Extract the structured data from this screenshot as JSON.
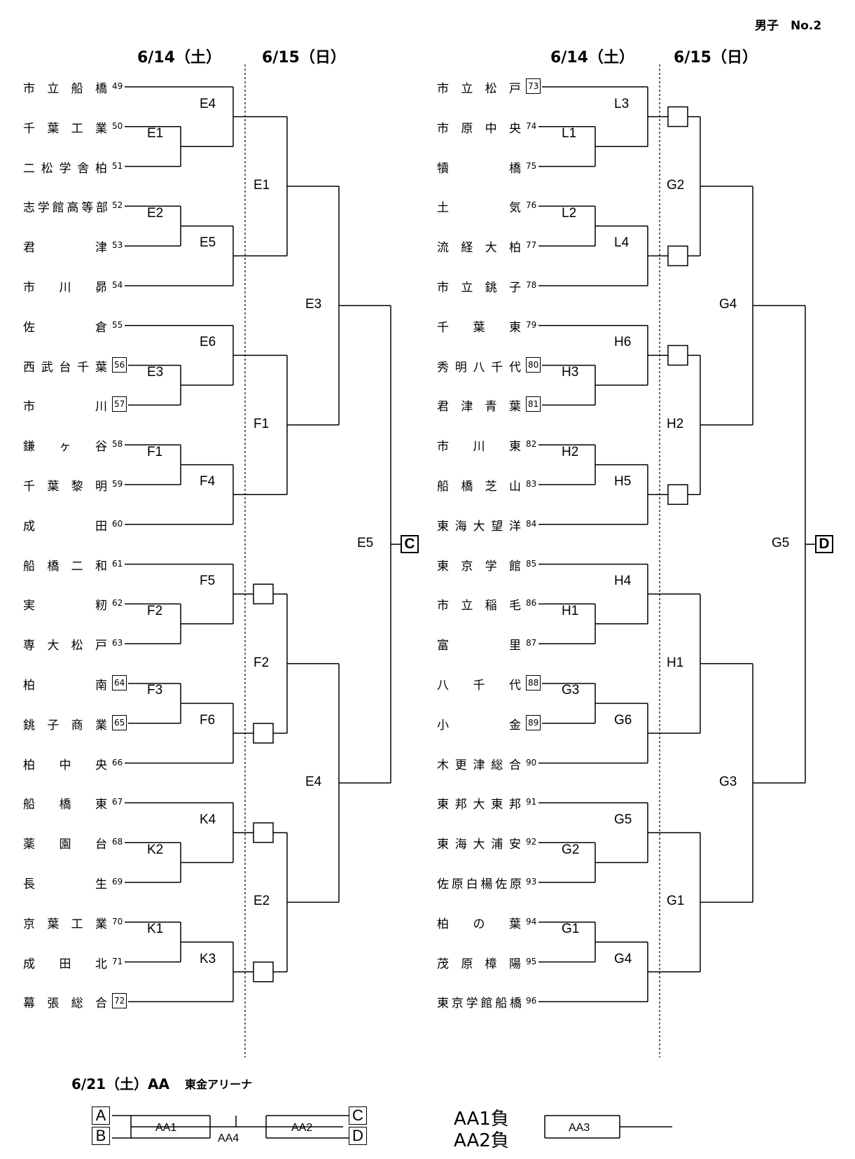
{
  "page_label": "男子　No.2",
  "dates": {
    "left_day1": "6/14（土）",
    "left_day2": "6/15（日）",
    "right_day1": "6/14（土）",
    "right_day2": "6/15（日）"
  },
  "left_teams": [
    {
      "name": "市立船橋",
      "num": "49",
      "boxed": false
    },
    {
      "name": "千葉工業",
      "num": "50",
      "boxed": false
    },
    {
      "name": "二松学舎柏",
      "num": "51",
      "boxed": false
    },
    {
      "name": "志学館高等部",
      "num": "52",
      "boxed": false
    },
    {
      "name": "君津",
      "num": "53",
      "boxed": false
    },
    {
      "name": "市川昴",
      "num": "54",
      "boxed": false
    },
    {
      "name": "佐倉",
      "num": "55",
      "boxed": false
    },
    {
      "name": "西武台千葉",
      "num": "56",
      "boxed": true
    },
    {
      "name": "市川",
      "num": "57",
      "boxed": true
    },
    {
      "name": "鎌ヶ谷",
      "num": "58",
      "boxed": false
    },
    {
      "name": "千葉黎明",
      "num": "59",
      "boxed": false
    },
    {
      "name": "成田",
      "num": "60",
      "boxed": false
    },
    {
      "name": "船橋二和",
      "num": "61",
      "boxed": false
    },
    {
      "name": "実籾",
      "num": "62",
      "boxed": false
    },
    {
      "name": "専大松戸",
      "num": "63",
      "boxed": false
    },
    {
      "name": "柏南",
      "num": "64",
      "boxed": true
    },
    {
      "name": "銚子商業",
      "num": "65",
      "boxed": true
    },
    {
      "name": "柏中央",
      "num": "66",
      "boxed": false
    },
    {
      "name": "船橋東",
      "num": "67",
      "boxed": false
    },
    {
      "name": "薬園台",
      "num": "68",
      "boxed": false
    },
    {
      "name": "長生",
      "num": "69",
      "boxed": false
    },
    {
      "name": "京葉工業",
      "num": "70",
      "boxed": false
    },
    {
      "name": "成田北",
      "num": "71",
      "boxed": false
    },
    {
      "name": "幕張総合",
      "num": "72",
      "boxed": true
    }
  ],
  "right_teams": [
    {
      "name": "市立松戸",
      "num": "73",
      "boxed": true
    },
    {
      "name": "市原中央",
      "num": "74",
      "boxed": false
    },
    {
      "name": "犢橋",
      "num": "75",
      "boxed": false
    },
    {
      "name": "土気",
      "num": "76",
      "boxed": false
    },
    {
      "name": "流経大柏",
      "num": "77",
      "boxed": false
    },
    {
      "name": "市立銚子",
      "num": "78",
      "boxed": false
    },
    {
      "name": "千葉東",
      "num": "79",
      "boxed": false
    },
    {
      "name": "秀明八千代",
      "num": "80",
      "boxed": true
    },
    {
      "name": "君津青葉",
      "num": "81",
      "boxed": true
    },
    {
      "name": "市川東",
      "num": "82",
      "boxed": false
    },
    {
      "name": "船橋芝山",
      "num": "83",
      "boxed": false
    },
    {
      "name": "東海大望洋",
      "num": "84",
      "boxed": false
    },
    {
      "name": "東京学館",
      "num": "85",
      "boxed": false
    },
    {
      "name": "市立稲毛",
      "num": "86",
      "boxed": false
    },
    {
      "name": "富里",
      "num": "87",
      "boxed": false
    },
    {
      "name": "八千代",
      "num": "88",
      "boxed": true
    },
    {
      "name": "小金",
      "num": "89",
      "boxed": true
    },
    {
      "name": "木更津総合",
      "num": "90",
      "boxed": false
    },
    {
      "name": "東邦大東邦",
      "num": "91",
      "boxed": false
    },
    {
      "name": "東海大浦安",
      "num": "92",
      "boxed": false
    },
    {
      "name": "佐原白楊佐原",
      "num": "93",
      "boxed": false
    },
    {
      "name": "柏の葉",
      "num": "94",
      "boxed": false
    },
    {
      "name": "茂原樟陽",
      "num": "95",
      "boxed": false
    },
    {
      "name": "東京学館船橋",
      "num": "96",
      "boxed": false
    }
  ],
  "left_r1_labels": [
    "E1",
    "E2",
    "E3",
    "F1",
    "F2",
    "F3",
    "K2",
    "K1"
  ],
  "left_r2_labels": [
    "E4",
    "E5",
    "E6",
    "F4",
    "F5",
    "F6",
    "K4",
    "K3"
  ],
  "left_r3_labels": [
    "E1",
    "F1",
    "F2",
    "E2"
  ],
  "left_r4_labels": [
    "E3",
    "E4"
  ],
  "left_final_label": "E5",
  "left_final_box": "C",
  "right_r1_labels": [
    "L1",
    "L2",
    "H3",
    "H2",
    "H1",
    "G3",
    "G2",
    "G1"
  ],
  "right_r2_labels": [
    "L3",
    "L4",
    "H6",
    "H5",
    "H4",
    "G6",
    "G5",
    "G4"
  ],
  "right_r3_labels": [
    "G2",
    "H2",
    "H1",
    "G1"
  ],
  "right_r4_labels": [
    "G4",
    "G3"
  ],
  "right_final_label": "G5",
  "right_final_box": "D",
  "aa": {
    "day": "6/21（土）AA",
    "venue": "東金アリーナ",
    "box_a": "A",
    "box_b": "B",
    "box_c": "C",
    "box_d": "D",
    "aa1": "AA1",
    "aa2": "AA2",
    "aa3": "AA3",
    "aa4": "AA4",
    "loser1": "AA1負",
    "loser2": "AA2負"
  }
}
